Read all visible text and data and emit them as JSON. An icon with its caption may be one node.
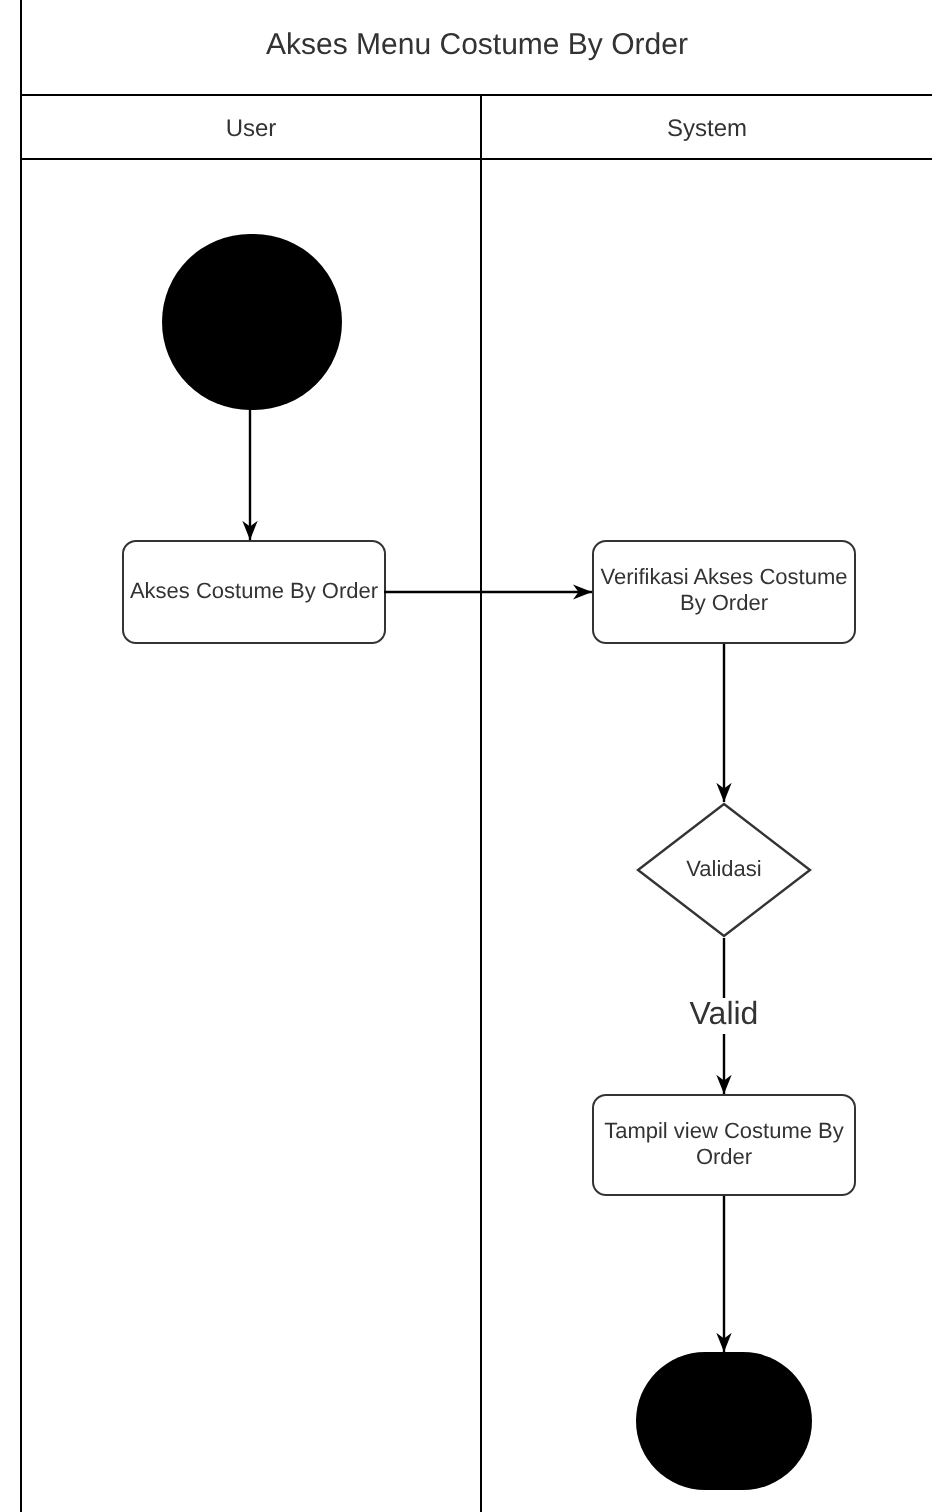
{
  "diagram": {
    "title": "Akses Menu Costume By Order",
    "nodes": [
      {
        "text": [
          "User"
        ]
      },
      {
        "text": [
          "System"
        ]
      },
      {
        "text": [],
        "shape": "circle",
        "in": 0
      },
      {
        "text": [
          "Akses Costume By Order"
        ],
        "in": 0
      },
      {
        "text": [
          "Verifikasi Akses Costume By Order"
        ],
        "in": 1
      },
      {
        "text": [
          "Validasi"
        ],
        "in": 1
      },
      {
        "text": [
          "Tampil view Costume By Order"
        ],
        "in": 1
      },
      {
        "text": [],
        "shape": "circle",
        "in": 1
      }
    ],
    "edges": [
      {
        "from": 2,
        "to": 3,
        "arrow": "to"
      },
      {
        "from": 3,
        "to": 4,
        "arrow": "to"
      },
      {
        "from": 4,
        "to": 5,
        "arrow": "to"
      },
      {
        "from": 5,
        "to": 6,
        "arrow": "to",
        "label": "Valid"
      },
      {
        "from": 6,
        "to": 7,
        "arrow": "to"
      }
    ]
  }
}
